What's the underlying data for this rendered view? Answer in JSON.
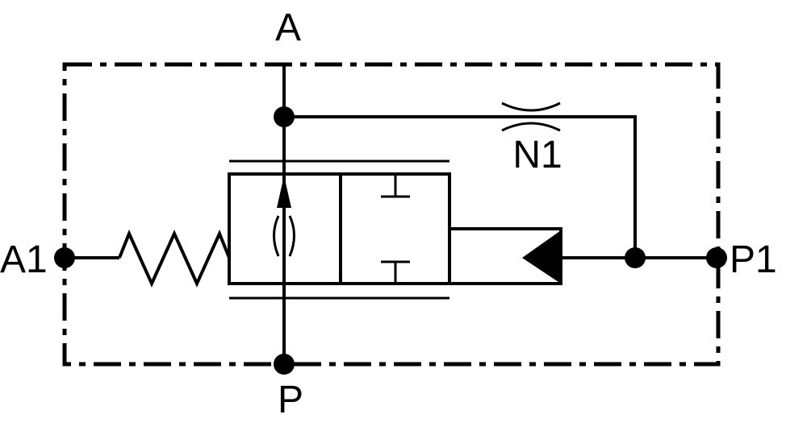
{
  "ports": {
    "A": "A",
    "P": "P",
    "A1": "A1",
    "P1": "P1"
  },
  "orifice_label": "N1",
  "colors": {
    "line": "#000000",
    "background": "#ffffff"
  }
}
